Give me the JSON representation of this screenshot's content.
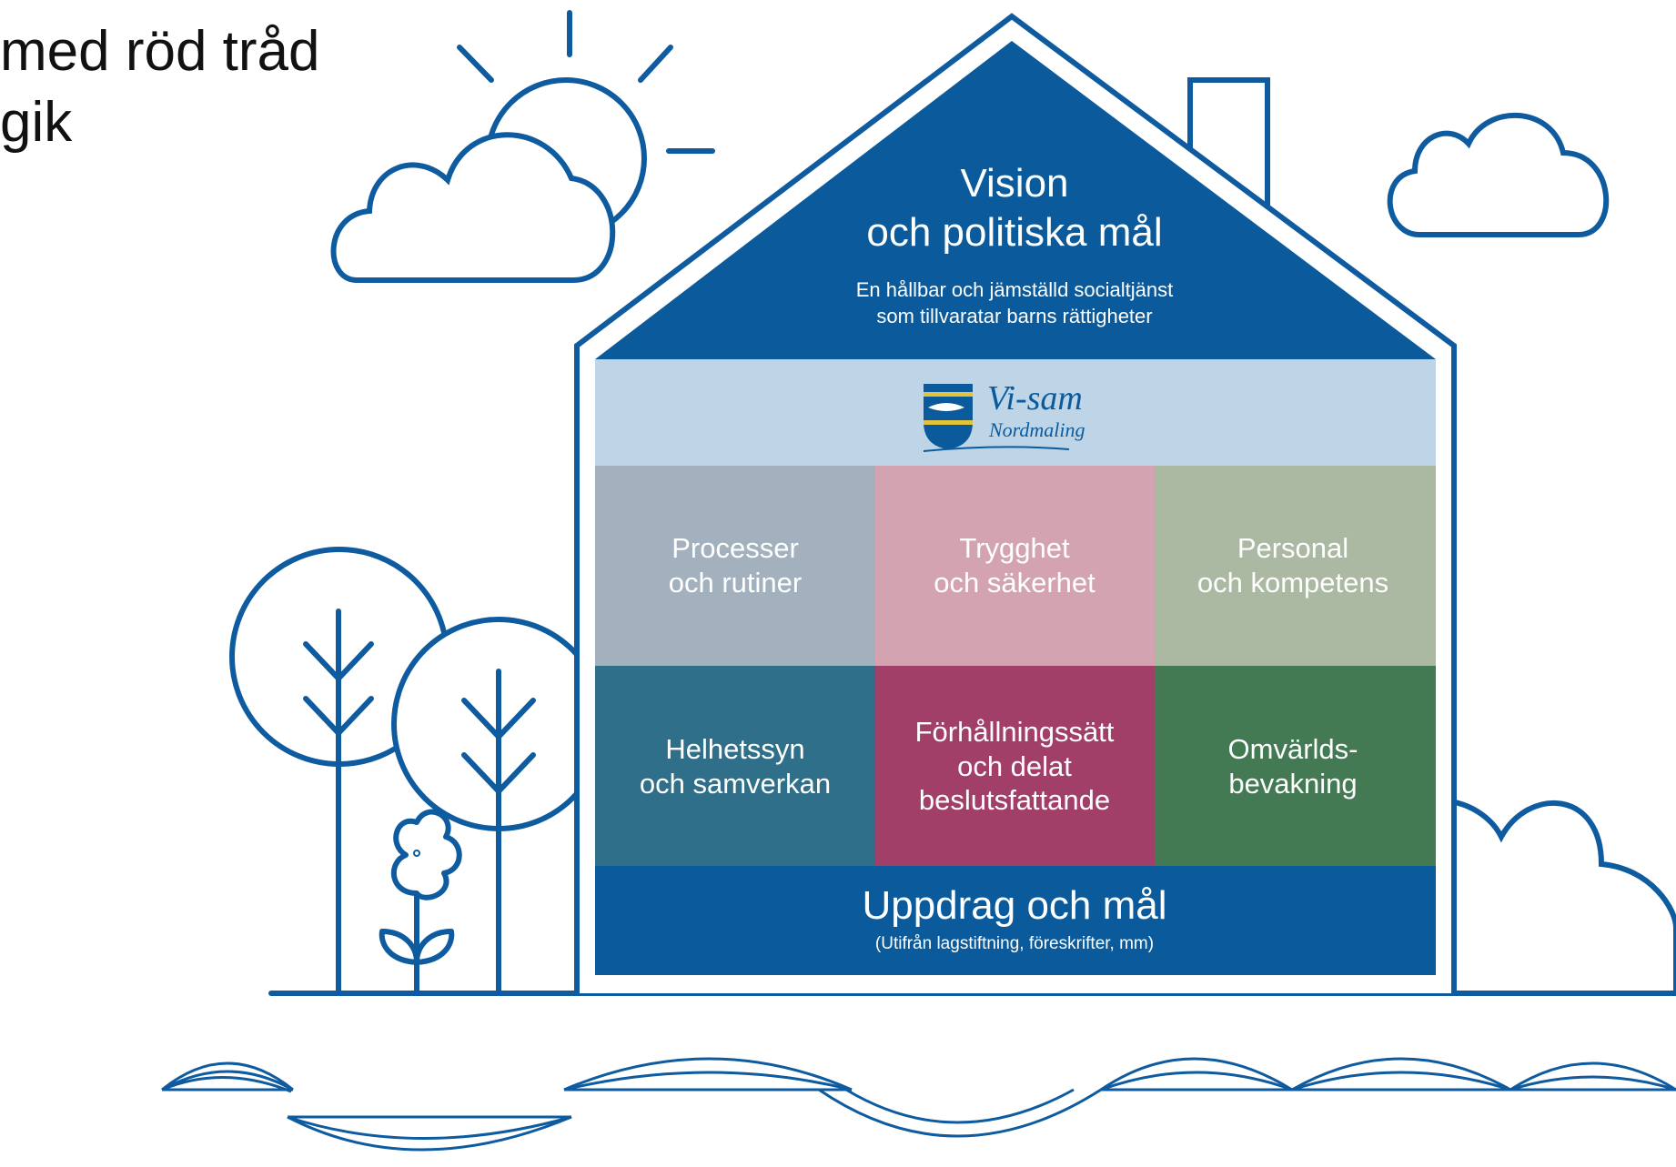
{
  "heading": {
    "line1": "med röd tråd",
    "line2": "gik"
  },
  "roof": {
    "title_line1": "Vision",
    "title_line2": "och politiska mål",
    "subtitle_line1": "En hållbar och jämställd socialtjänst",
    "subtitle_line2": "som tillvaratar barns rättigheter"
  },
  "logo": {
    "name": "Vi-sam",
    "place": "Nordmaling"
  },
  "grid": {
    "top_row": [
      {
        "lines": [
          "Processer",
          "och rutiner"
        ],
        "color": "#a3b1bf"
      },
      {
        "lines": [
          "Trygghet",
          "och säkerhet"
        ],
        "color": "#d3a3b1"
      },
      {
        "lines": [
          "Personal",
          "och kompetens"
        ],
        "color": "#abb8a2"
      }
    ],
    "bottom_row": [
      {
        "lines": [
          "Helhetssyn",
          "och samverkan"
        ],
        "color": "#306f89"
      },
      {
        "lines": [
          "Förhållningssätt",
          "och delat",
          "beslutsfattande"
        ],
        "color": "#a23f68"
      },
      {
        "lines": [
          "Omvärlds-",
          "bevakning"
        ],
        "color": "#437a54"
      }
    ]
  },
  "foundation": {
    "title": "Uppdrag och mål",
    "subtitle": "(Utifrån lagstiftning, föreskrifter, mm)"
  },
  "colors": {
    "primary_blue": "#0a5a9c",
    "logo_band": "#bed5e8",
    "line": "#0e5ba0"
  }
}
